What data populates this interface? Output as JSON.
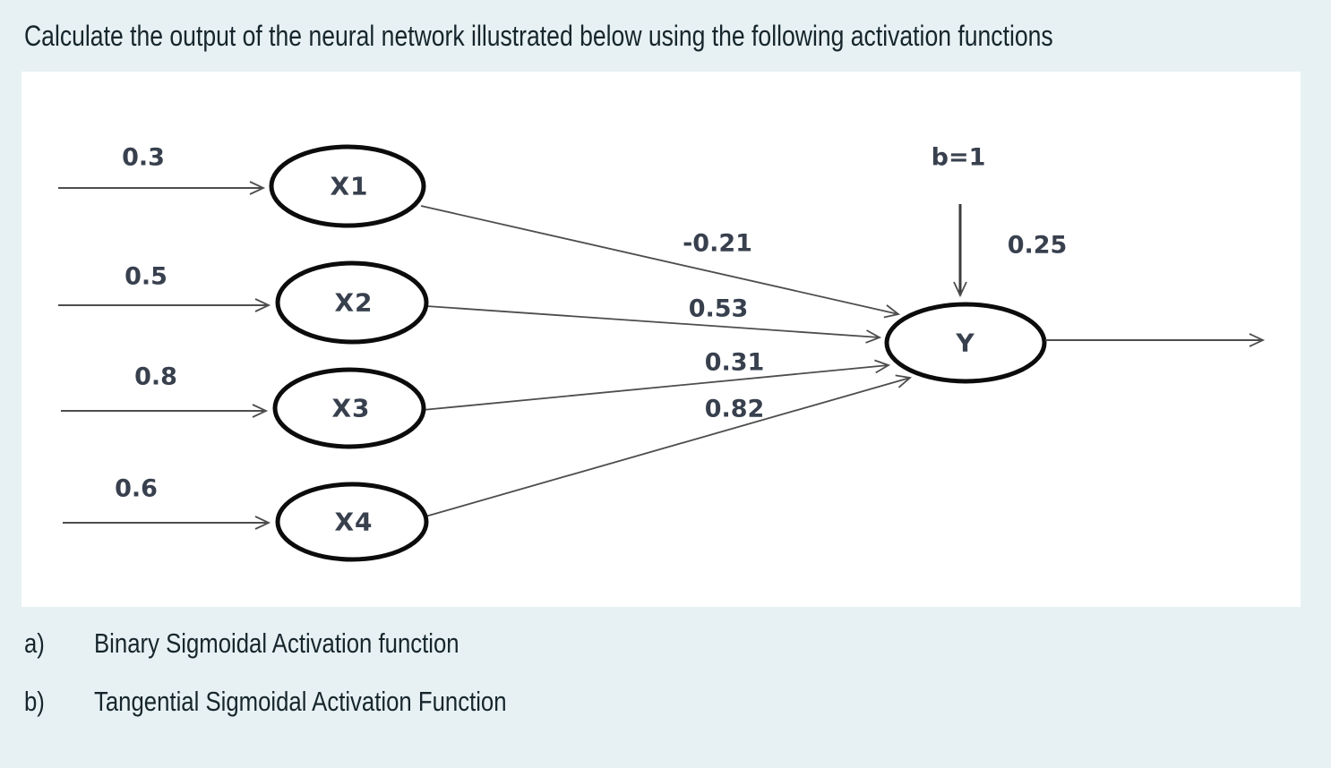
{
  "page": {
    "background_color": "#e7f1f3",
    "title": "Calculate the output of the neural network illustrated below using the following activation functions"
  },
  "diagram": {
    "panel_background": "#ffffff",
    "text_color": "#38404e",
    "line_color": "#4d4d4d",
    "node_stroke_color": "#0c0c0c",
    "inputs": [
      {
        "node": "X1",
        "value": "0.3",
        "weight": "-0.21"
      },
      {
        "node": "X2",
        "value": "0.5",
        "weight": "0.53"
      },
      {
        "node": "X3",
        "value": "0.8",
        "weight": "0.31"
      },
      {
        "node": "X4",
        "value": "0.6",
        "weight": "0.82"
      }
    ],
    "bias": {
      "label": "b=1",
      "weight": "0.25"
    },
    "output_node": "Y"
  },
  "questions": [
    {
      "marker": "a)",
      "text": "Binary Sigmoidal Activation function"
    },
    {
      "marker": "b)",
      "text": "Tangential Sigmoidal Activation Function"
    }
  ]
}
